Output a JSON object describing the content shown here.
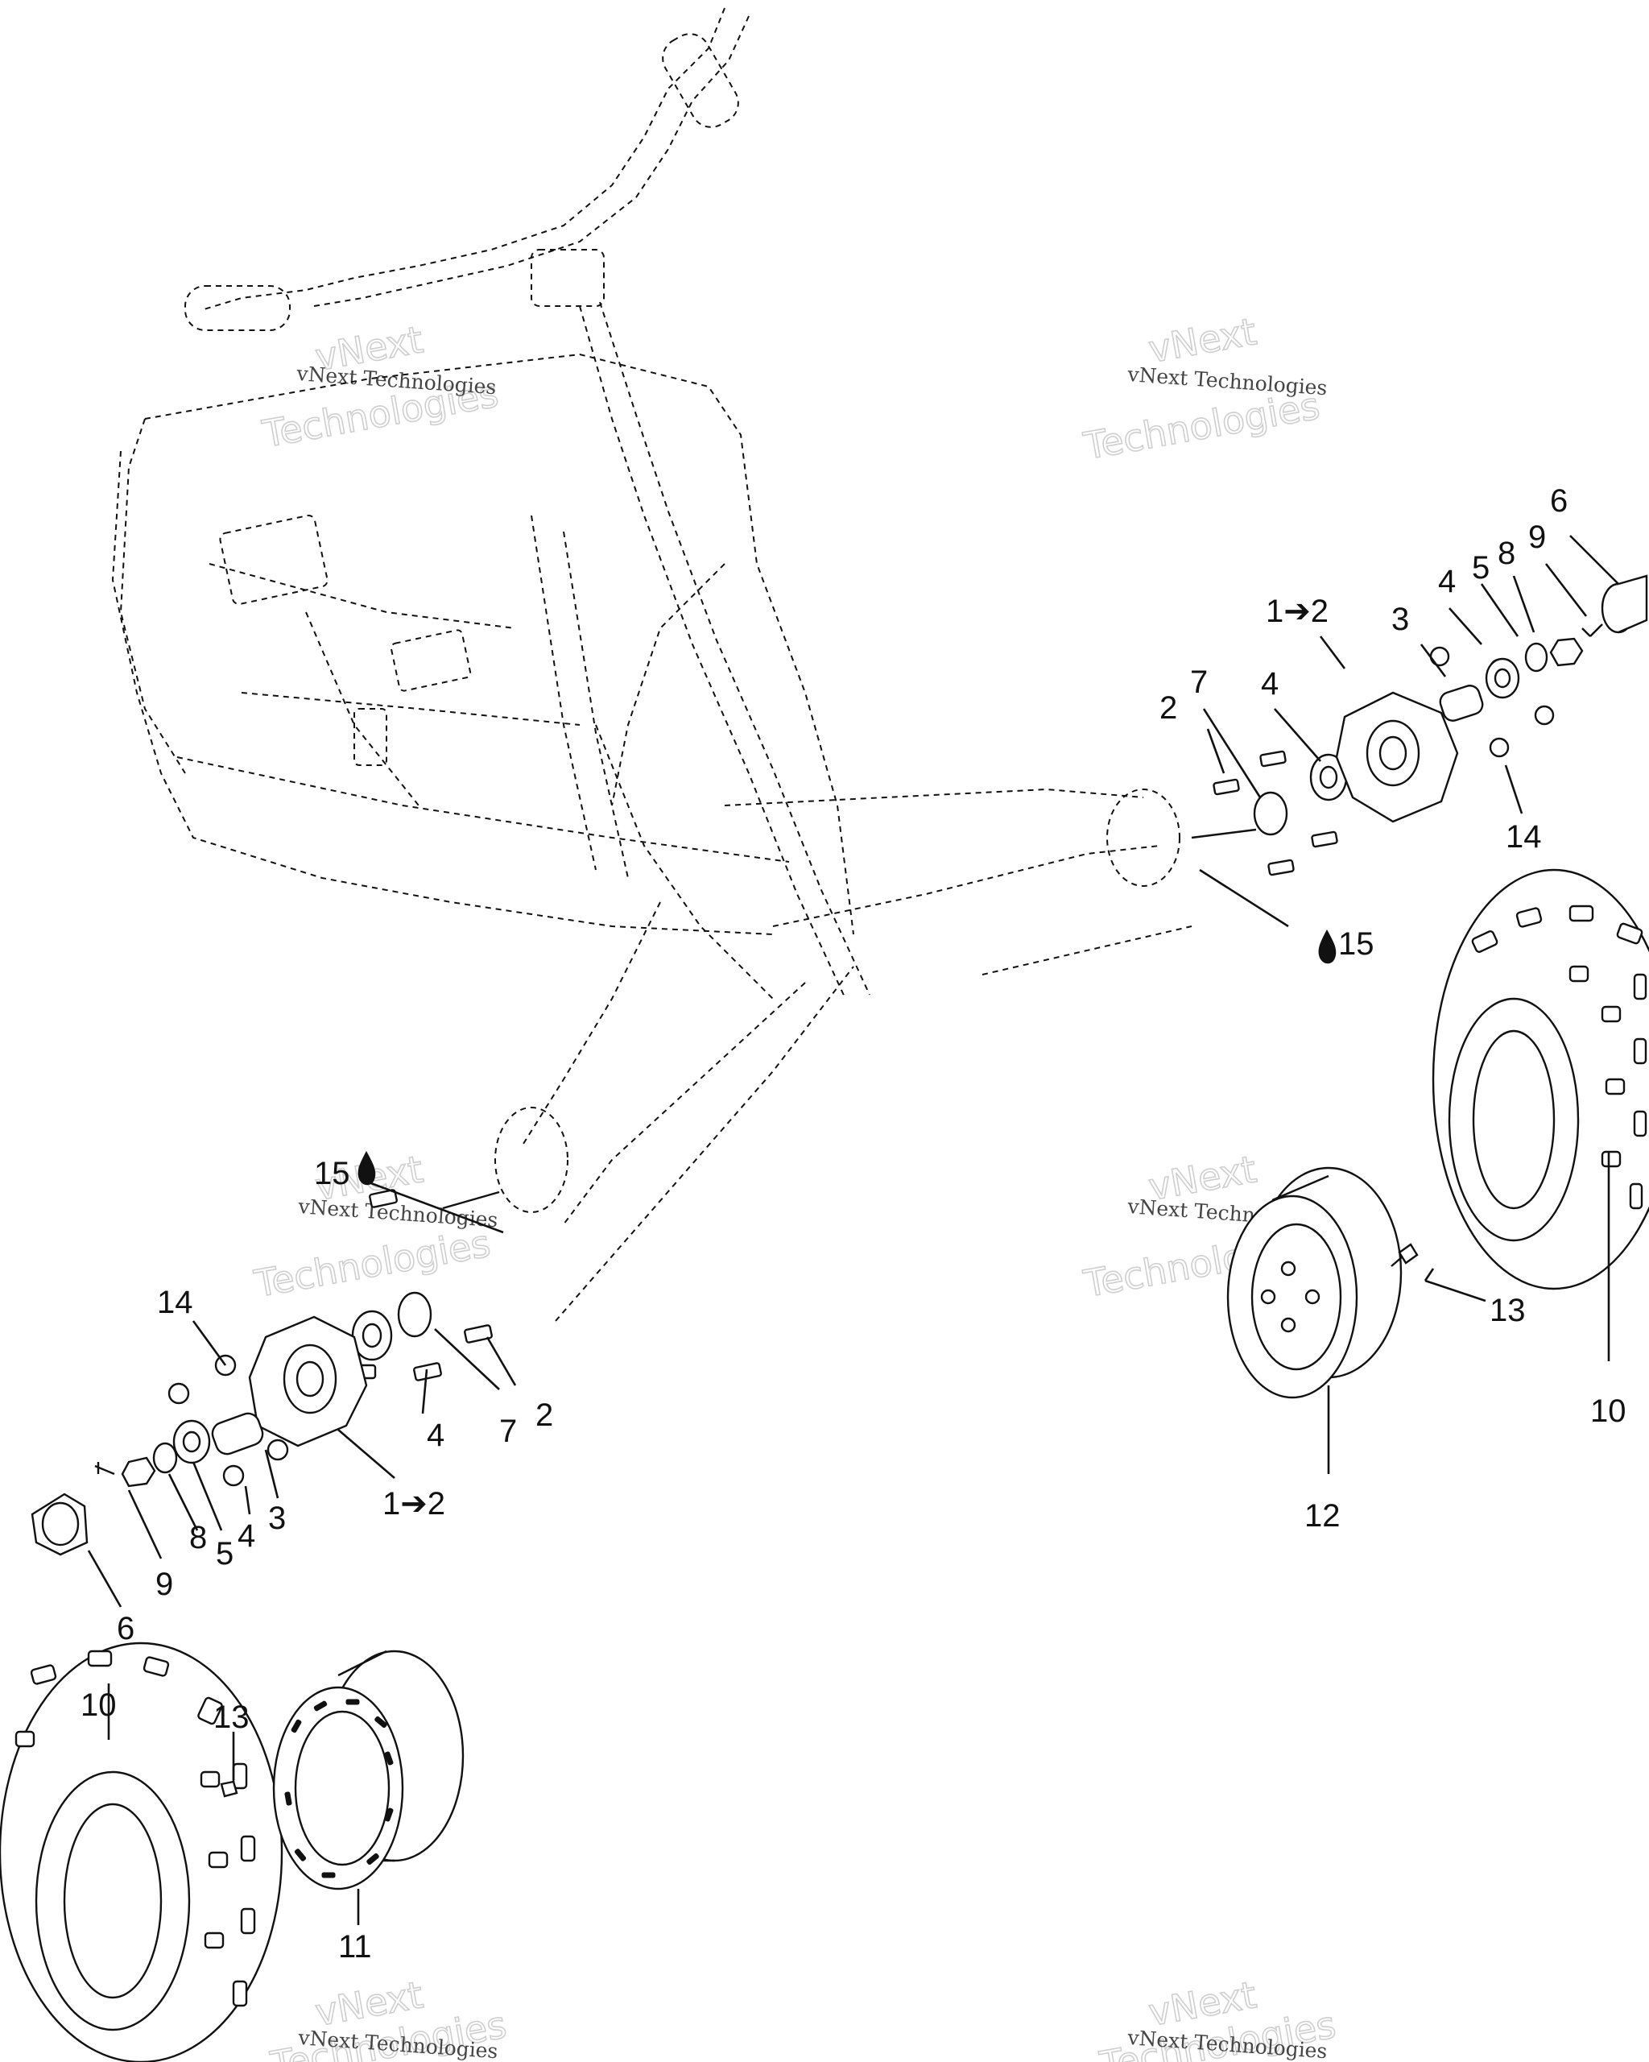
{
  "watermark": {
    "brand_line": "vNext Technologies",
    "big_word_1": "vNext",
    "big_word_2": "Technologies"
  },
  "callouts": [
    {
      "id": "c-6-top",
      "text": "6"
    },
    {
      "id": "c-1to2-top",
      "text": "1➔2"
    },
    {
      "id": "c-3-top",
      "text": "3"
    },
    {
      "id": "c-4a-top",
      "text": "4"
    },
    {
      "id": "c-5-top",
      "text": "5"
    },
    {
      "id": "c-8-top",
      "text": "8"
    },
    {
      "id": "c-9-top",
      "text": "9"
    },
    {
      "id": "c-2-top",
      "text": "2"
    },
    {
      "id": "c-7-top",
      "text": "7"
    },
    {
      "id": "c-4b-top",
      "text": "4"
    },
    {
      "id": "c-14-top",
      "text": "14"
    },
    {
      "id": "c-15-top",
      "text": "15"
    },
    {
      "id": "c-15-left",
      "text": "15"
    },
    {
      "id": "c-14-left",
      "text": "14"
    },
    {
      "id": "c-4-left",
      "text": "4"
    },
    {
      "id": "c-7-left",
      "text": "7"
    },
    {
      "id": "c-2-left",
      "text": "2"
    },
    {
      "id": "c-1to2-left",
      "text": "1➔2"
    },
    {
      "id": "c-3-left",
      "text": "3"
    },
    {
      "id": "c-4b-left",
      "text": "4"
    },
    {
      "id": "c-5-left",
      "text": "5"
    },
    {
      "id": "c-8-left",
      "text": "8"
    },
    {
      "id": "c-9-left",
      "text": "9"
    },
    {
      "id": "c-6-left",
      "text": "6"
    },
    {
      "id": "c-13-right",
      "text": "13"
    },
    {
      "id": "c-10-right",
      "text": "10"
    },
    {
      "id": "c-12",
      "text": "12"
    },
    {
      "id": "c-10-left",
      "text": "10"
    },
    {
      "id": "c-13-left",
      "text": "13"
    },
    {
      "id": "c-11",
      "text": "11"
    }
  ]
}
